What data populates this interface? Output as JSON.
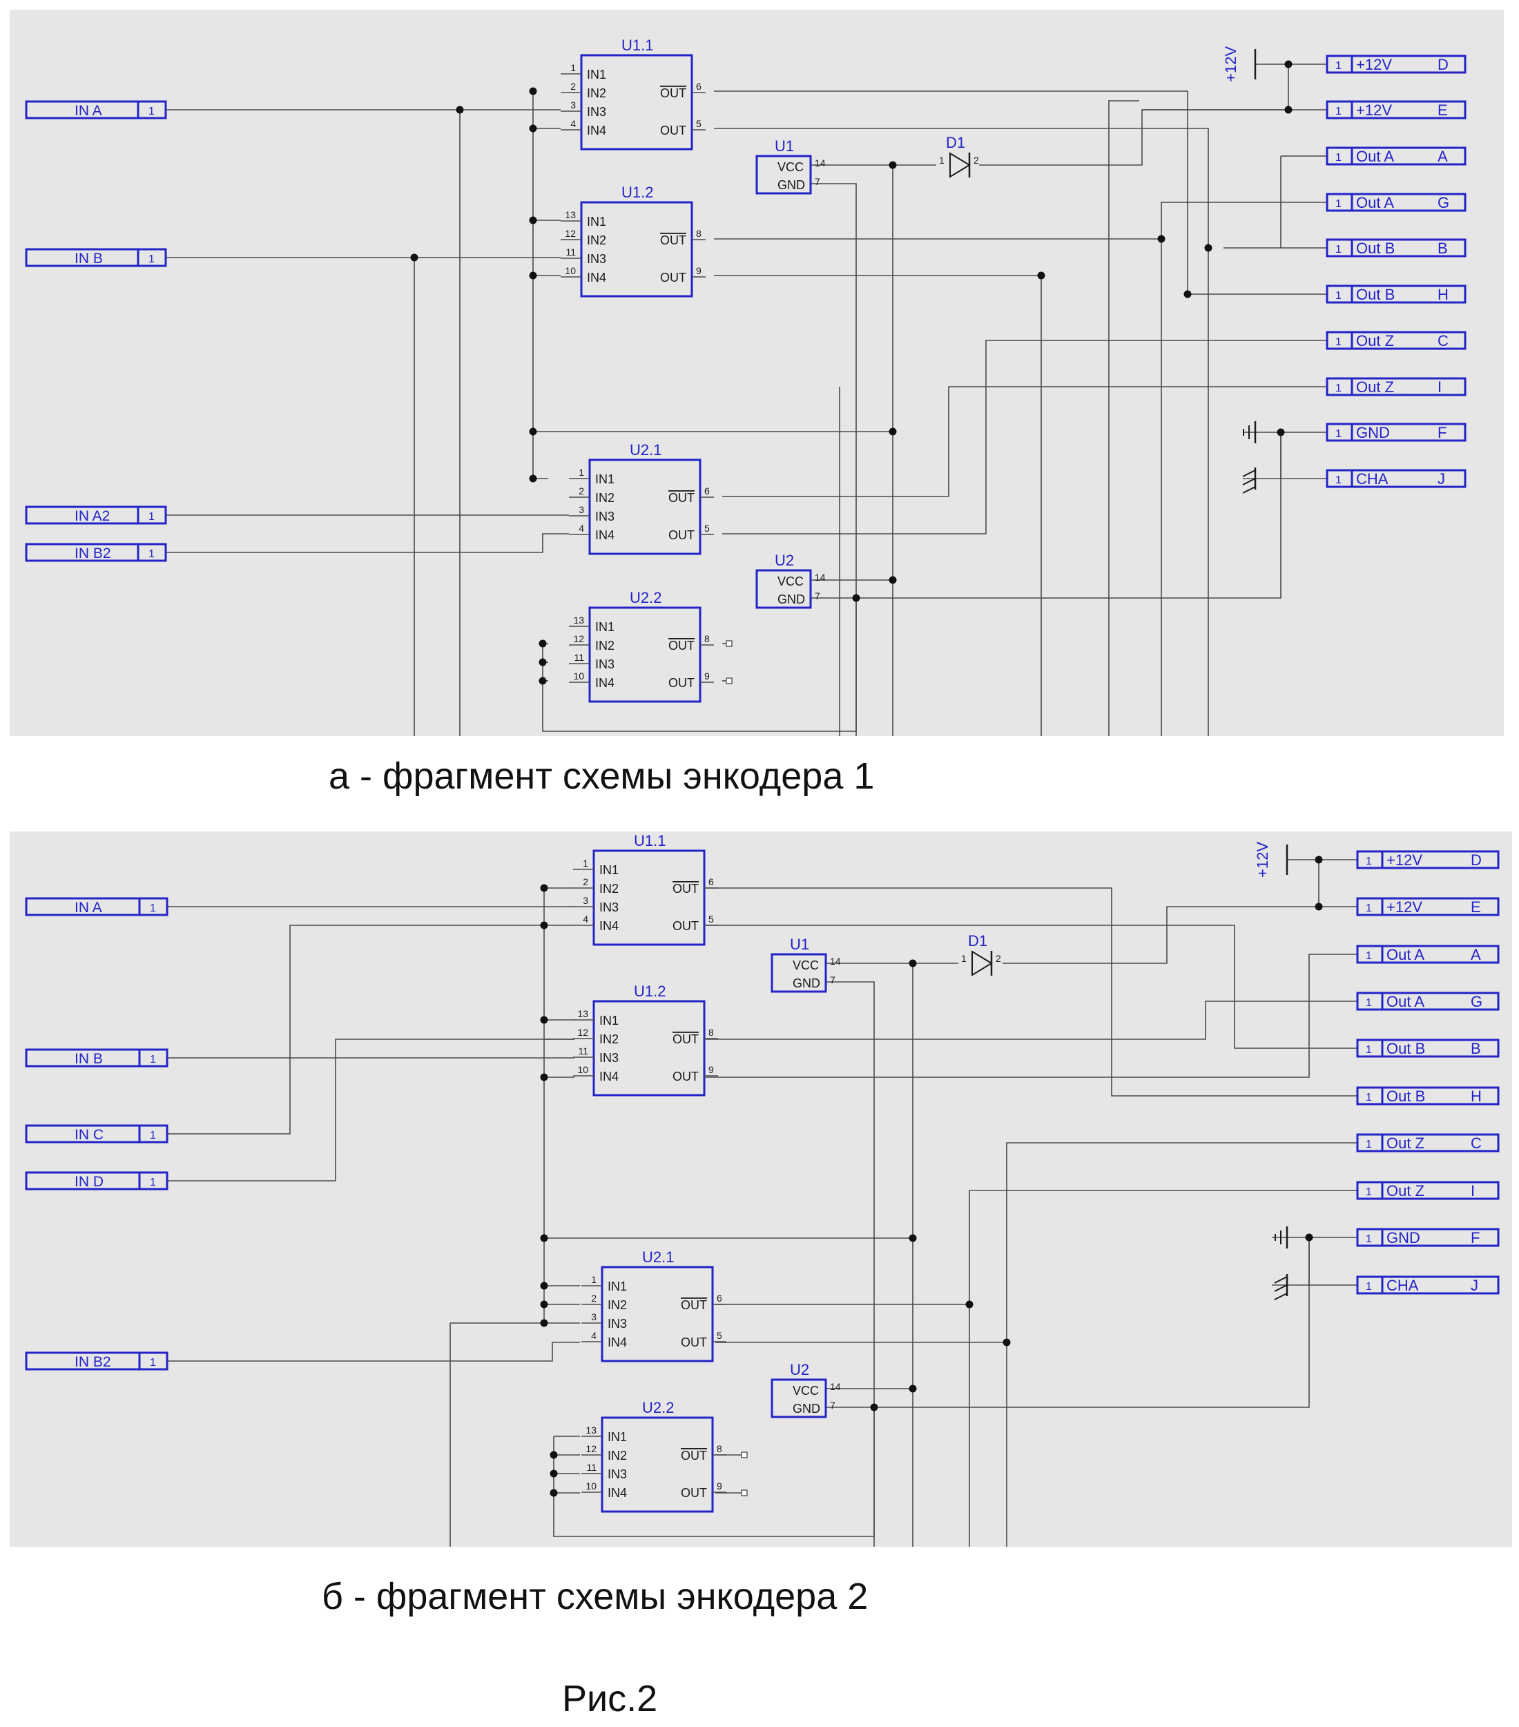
{
  "captions": {
    "a": "а - фрагмент схемы энкодера 1",
    "b": "б - фрагмент схемы энкодера 2",
    "figure": "Рис.2"
  },
  "colors": {
    "component": "#2323c8",
    "wire": "#4a4a4a",
    "background": "#e6e6e6"
  },
  "icons": [
    "diode-icon",
    "ground-icon",
    "chassis-ground-icon",
    "junction-dot",
    "no-connect-pin"
  ],
  "panelA": {
    "inputs": [
      {
        "name": "IN  A",
        "pin": "1"
      },
      {
        "name": "IN  B",
        "pin": "1"
      },
      {
        "name": "IN  A2",
        "pin": "1"
      },
      {
        "name": "IN  B2",
        "pin": "1"
      }
    ],
    "outputs": [
      {
        "pin": "1",
        "label": "+12V",
        "letter": "D"
      },
      {
        "pin": "1",
        "label": "+12V",
        "letter": "E"
      },
      {
        "pin": "1",
        "label": "Out  A",
        "letter": "A"
      },
      {
        "pin": "1",
        "label": "Out  A_",
        "letter": "G"
      },
      {
        "pin": "1",
        "label": "Out  B",
        "letter": "B"
      },
      {
        "pin": "1",
        "label": "Out  B_",
        "letter": "H"
      },
      {
        "pin": "1",
        "label": "Out  Z",
        "letter": "C"
      },
      {
        "pin": "1",
        "label": "Out  Z_",
        "letter": "I"
      },
      {
        "pin": "1",
        "label": "GND",
        "letter": "F"
      },
      {
        "pin": "1",
        "label": "CHA",
        "letter": "J"
      }
    ],
    "gates": [
      {
        "ref": "U1.1",
        "pins": [
          "1",
          "2",
          "3",
          "4"
        ],
        "outPins": [
          "6",
          "5"
        ]
      },
      {
        "ref": "U1.2",
        "pins": [
          "13",
          "12",
          "11",
          "10"
        ],
        "outPins": [
          "8",
          "9"
        ]
      },
      {
        "ref": "U2.1",
        "pins": [
          "1",
          "2",
          "3",
          "4"
        ],
        "outPins": [
          "6",
          "5"
        ]
      },
      {
        "ref": "U2.2",
        "pins": [
          "13",
          "12",
          "11",
          "10"
        ],
        "outPins": [
          "8",
          "9"
        ]
      }
    ],
    "power": [
      {
        "ref": "U1",
        "vccPin": "14",
        "gndPin": "7"
      },
      {
        "ref": "U2",
        "vccPin": "14",
        "gndPin": "7"
      }
    ],
    "diode": {
      "ref": "D1",
      "pin1": "1",
      "pin2": "2"
    },
    "supply": "+12V"
  },
  "panelB": {
    "inputs": [
      {
        "name": "IN  A",
        "pin": "1"
      },
      {
        "name": "IN  B",
        "pin": "1"
      },
      {
        "name": "IN  C",
        "pin": "1"
      },
      {
        "name": "IN  D",
        "pin": "1"
      },
      {
        "name": "IN  B2",
        "pin": "1"
      }
    ],
    "outputs": [
      {
        "pin": "1",
        "label": "+12V",
        "letter": "D"
      },
      {
        "pin": "1",
        "label": "+12V",
        "letter": "E"
      },
      {
        "pin": "1",
        "label": "Out  A",
        "letter": "A"
      },
      {
        "pin": "1",
        "label": "Out  A_",
        "letter": "G"
      },
      {
        "pin": "1",
        "label": "Out  B",
        "letter": "B"
      },
      {
        "pin": "1",
        "label": "Out  B_",
        "letter": "H"
      },
      {
        "pin": "1",
        "label": "Out  Z",
        "letter": "C"
      },
      {
        "pin": "1",
        "label": "Out  Z_",
        "letter": "I"
      },
      {
        "pin": "1",
        "label": "GND",
        "letter": "F"
      },
      {
        "pin": "1",
        "label": "CHA",
        "letter": "J"
      }
    ],
    "gates": [
      {
        "ref": "U1.1",
        "pins": [
          "1",
          "2",
          "3",
          "4"
        ],
        "outPins": [
          "6",
          "5"
        ]
      },
      {
        "ref": "U1.2",
        "pins": [
          "13",
          "12",
          "11",
          "10"
        ],
        "outPins": [
          "8",
          "9"
        ]
      },
      {
        "ref": "U2.1",
        "pins": [
          "1",
          "2",
          "3",
          "4"
        ],
        "outPins": [
          "6",
          "5"
        ]
      },
      {
        "ref": "U2.2",
        "pins": [
          "13",
          "12",
          "11",
          "10"
        ],
        "outPins": [
          "8",
          "9"
        ]
      }
    ],
    "power": [
      {
        "ref": "U1",
        "vccPin": "14",
        "gndPin": "7"
      },
      {
        "ref": "U2",
        "vccPin": "14",
        "gndPin": "7"
      }
    ],
    "diode": {
      "ref": "D1",
      "pin1": "1",
      "pin2": "2"
    },
    "supply": "+12V"
  },
  "gateInLabels": [
    "IN1",
    "IN2",
    "IN3",
    "IN4"
  ],
  "gateOutLabels": [
    "OUT",
    "OUT"
  ],
  "powerLabels": [
    "VCC",
    "GND"
  ]
}
